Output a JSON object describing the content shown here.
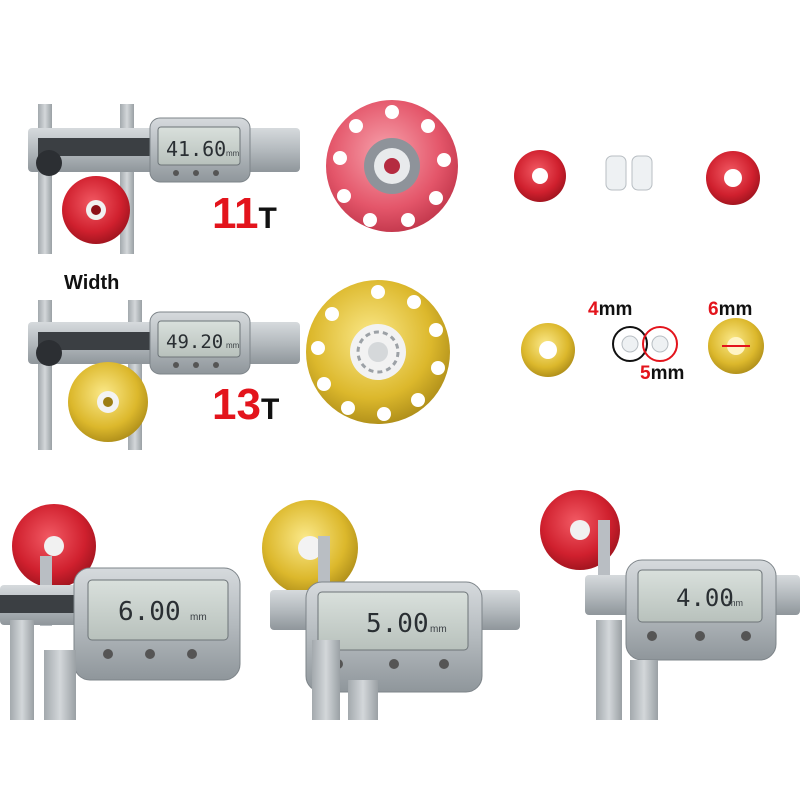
{
  "labels": {
    "width": "Width",
    "teeth_11": {
      "num": "11",
      "unit": "T"
    },
    "teeth_13": {
      "num": "13",
      "unit": "T"
    },
    "mm_4": {
      "num": "4",
      "unit": "mm"
    },
    "mm_5": {
      "num": "5",
      "unit": "mm"
    },
    "mm_6": {
      "num": "6",
      "unit": "mm"
    }
  },
  "readings": {
    "caliper_11t": "41.60",
    "caliper_13t": "49.20",
    "caliper_6mm": "6.00",
    "caliper_5mm": "5.00",
    "caliper_4mm": "4.00",
    "unit": "mm"
  },
  "colors": {
    "red_anodized": "#d0202e",
    "gold_anodized": "#d8b52a",
    "caliper_steel": "#b9bec3",
    "lcd_screen": "#c9d0cc",
    "accent_red": "#e3141c"
  }
}
